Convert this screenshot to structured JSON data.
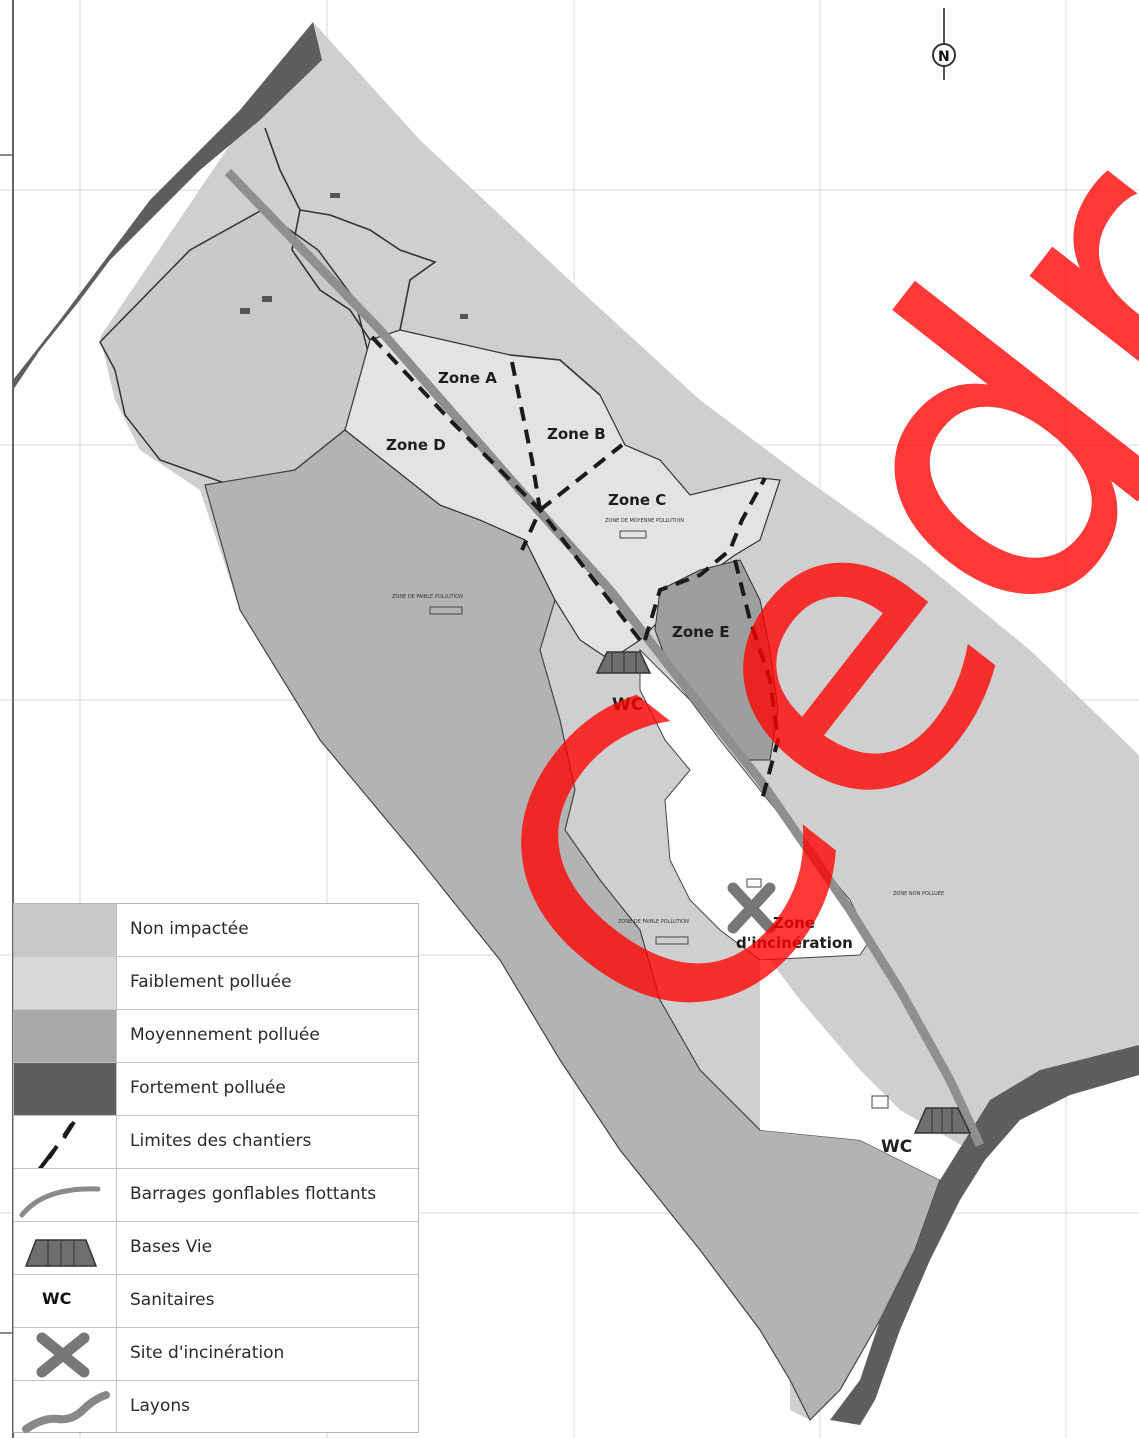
{
  "colors": {
    "non_impactee": "#c8c8c8",
    "faiblement": "#d9d9d9",
    "moyennement": "#a9a9a9",
    "fortement": "#5e5e5e",
    "watermark": "#ff0000"
  },
  "zones": {
    "a": "Zone A",
    "b": "Zone B",
    "c": "Zone C",
    "d": "Zone D",
    "e": "Zone E"
  },
  "incineration": {
    "line1": "Zone",
    "line2": "d'incinération"
  },
  "wc": {
    "top": "WC",
    "bottom": "WC"
  },
  "north": "N",
  "watermark": "Cedre",
  "tiny_labels": {
    "faible_pollution": "ZONE DE FAIBLE POLLUTION",
    "moyenne_pollution": "ZONE DE MOYENNE POLLUTION",
    "non_polluee": "ZONE NON POLLUEE"
  },
  "legend": [
    {
      "key": "non_impactee",
      "label": "Non impactée",
      "icon": "swatch"
    },
    {
      "key": "faiblement",
      "label": "Faiblement polluée",
      "icon": "swatch"
    },
    {
      "key": "moyennement",
      "label": "Moyennement polluée",
      "icon": "swatch"
    },
    {
      "key": "fortement",
      "label": "Fortement polluée",
      "icon": "swatch"
    },
    {
      "key": "limites",
      "label": "Limites des chantiers",
      "icon": "dashed-line-icon"
    },
    {
      "key": "barrages",
      "label": "Barrages gonflables flottants",
      "icon": "boom-curve-icon"
    },
    {
      "key": "bases",
      "label": "Bases Vie",
      "icon": "tent-icon"
    },
    {
      "key": "sanitaires",
      "label": "Sanitaires",
      "icon": "wc-text",
      "symbol": "WC"
    },
    {
      "key": "incineration",
      "label": "Site d'incinération",
      "icon": "cross-icon"
    },
    {
      "key": "layons",
      "label": "Layons",
      "icon": "path-icon"
    }
  ]
}
